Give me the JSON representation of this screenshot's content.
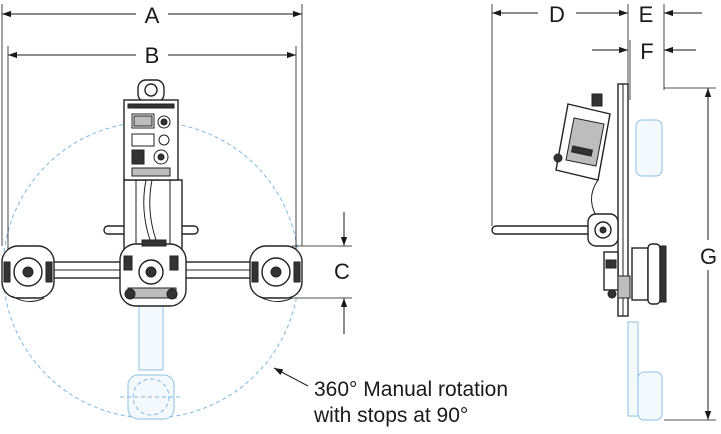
{
  "dimensions": {
    "a": "A",
    "b": "B",
    "c": "C",
    "d": "D",
    "e": "E",
    "f": "F",
    "g": "G"
  },
  "annotation": {
    "line1": "360° Manual rotation",
    "line2": "with stops at 90°"
  },
  "colors": {
    "line": "#1a1a1a",
    "ghost": "#7fb8e0"
  }
}
